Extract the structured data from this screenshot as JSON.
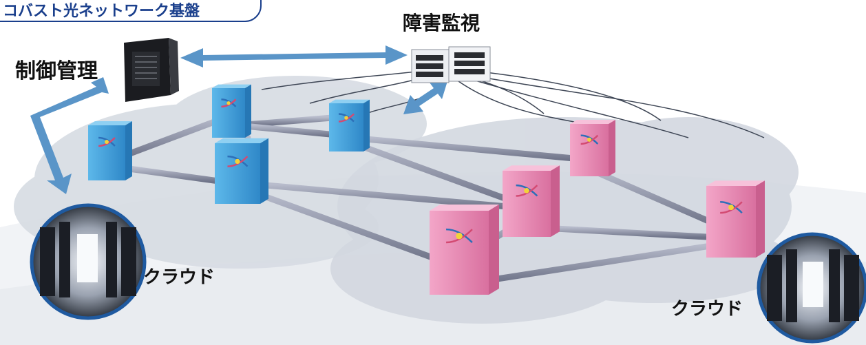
{
  "title": "コバスト光ネットワーク基盤",
  "labels": {
    "control": "制御管理",
    "monitor": "障害監視",
    "cloud_left": "クラウド",
    "cloud_right": "クラウド"
  },
  "colors": {
    "title_blue": "#1a3f8c",
    "node_blue": "#3fa0dc",
    "node_pink": "#e88cb4",
    "cloud_gray": "#d7dce3",
    "arrow_blue": "#5a95c8",
    "link_gray": "#8a8fa5"
  },
  "nodes": [
    {
      "name": "blue-node-1",
      "group": "blue"
    },
    {
      "name": "blue-node-2",
      "group": "blue"
    },
    {
      "name": "blue-node-3",
      "group": "blue"
    },
    {
      "name": "blue-node-4",
      "group": "blue"
    },
    {
      "name": "pink-node-1",
      "group": "pink"
    },
    {
      "name": "pink-node-2",
      "group": "pink"
    },
    {
      "name": "pink-node-3",
      "group": "pink"
    },
    {
      "name": "pink-node-4",
      "group": "pink"
    }
  ]
}
